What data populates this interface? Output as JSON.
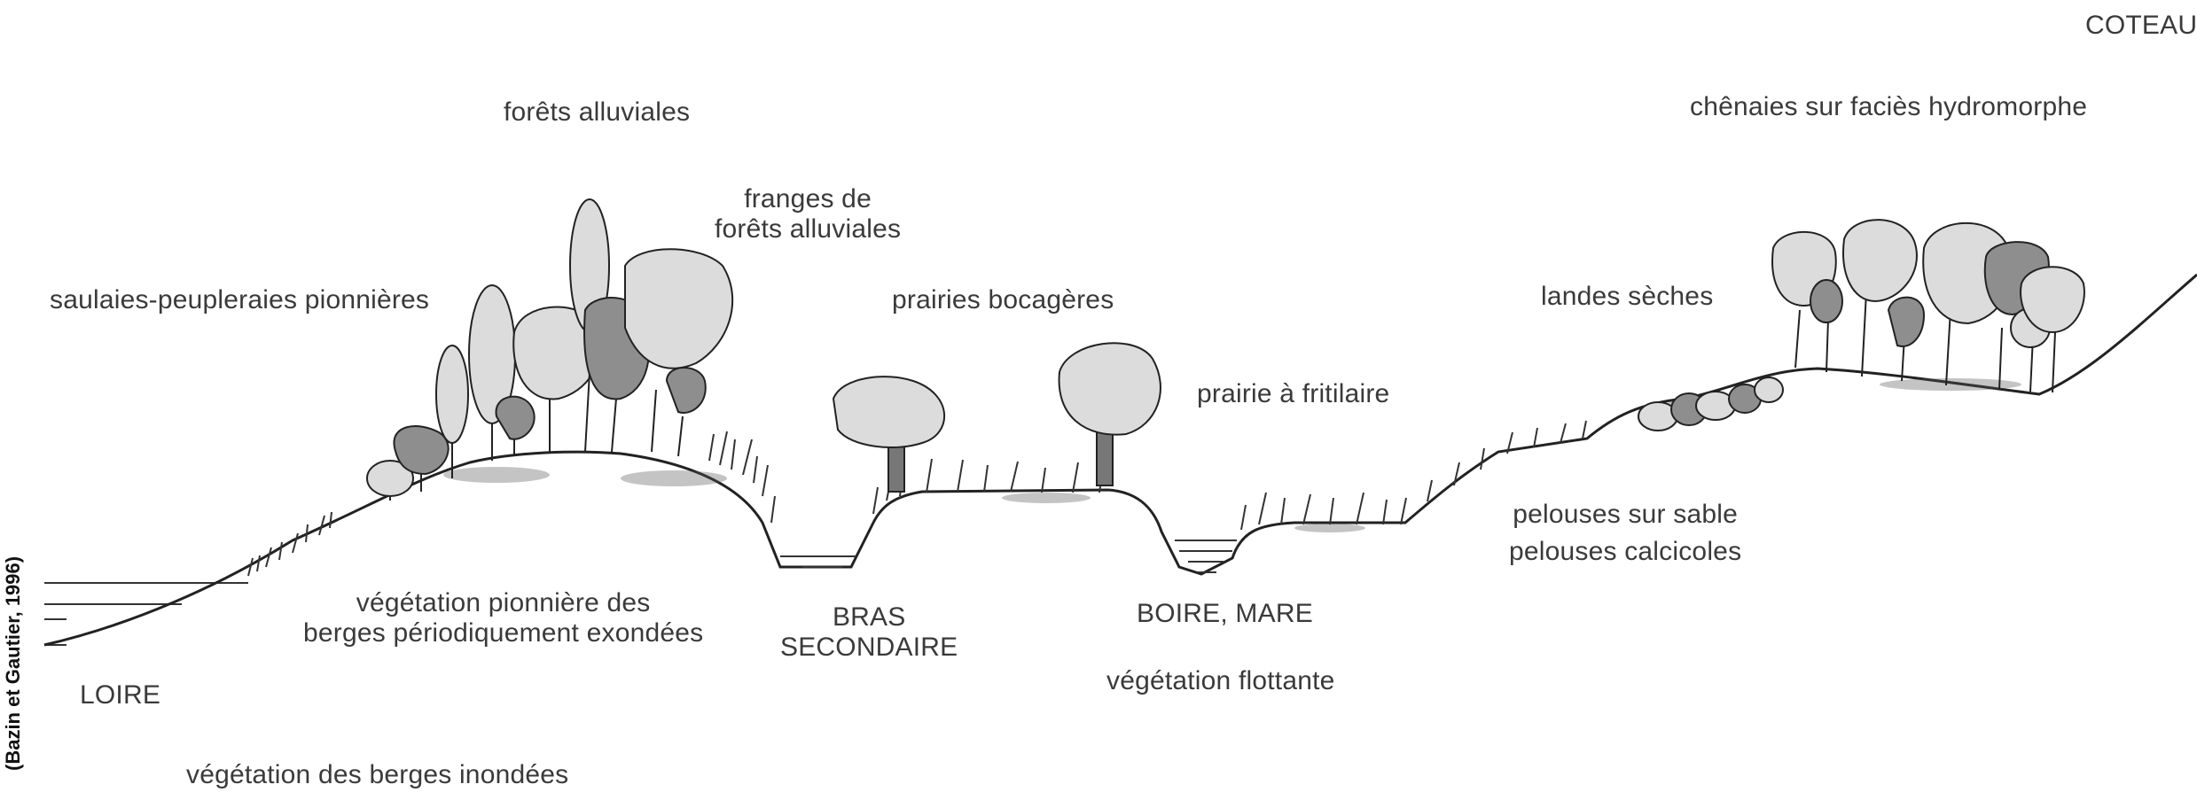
{
  "labels": {
    "coteau": "COTEAU",
    "forets_alluviales": "forêts alluviales",
    "chenaies": "chênaies sur faciès hydromorphe",
    "franges_l1": "franges de",
    "franges_l2": "forêts alluviales",
    "saulaies": "saulaies-peupleraies pionnières",
    "prairies_bocageres": "prairies bocagères",
    "landes_seches": "landes sèches",
    "prairie_fritilaire": "prairie à fritilaire",
    "pelouses_sable": "pelouses sur sable",
    "pelouses_calcicoles": "pelouses calcicoles",
    "veg_pionniere_l1": "végétation pionnière des",
    "veg_pionniere_l2": "berges périodiquement exondées",
    "bras_l1": "BRAS",
    "bras_l2": "SECONDAIRE",
    "boire_mare": "BOIRE, MARE",
    "loire": "LOIRE",
    "veg_flottante": "végétation flottante",
    "veg_berges_inondees": "végétation des berges inondées"
  },
  "credit": "(Bazin et Gautier, 1996)",
  "colors": {
    "light_tree": "#dcdcdc",
    "dark_tree": "#8e8e8e",
    "trunk": "#777777",
    "outline": "#222222",
    "text": "#3a3a3a"
  }
}
